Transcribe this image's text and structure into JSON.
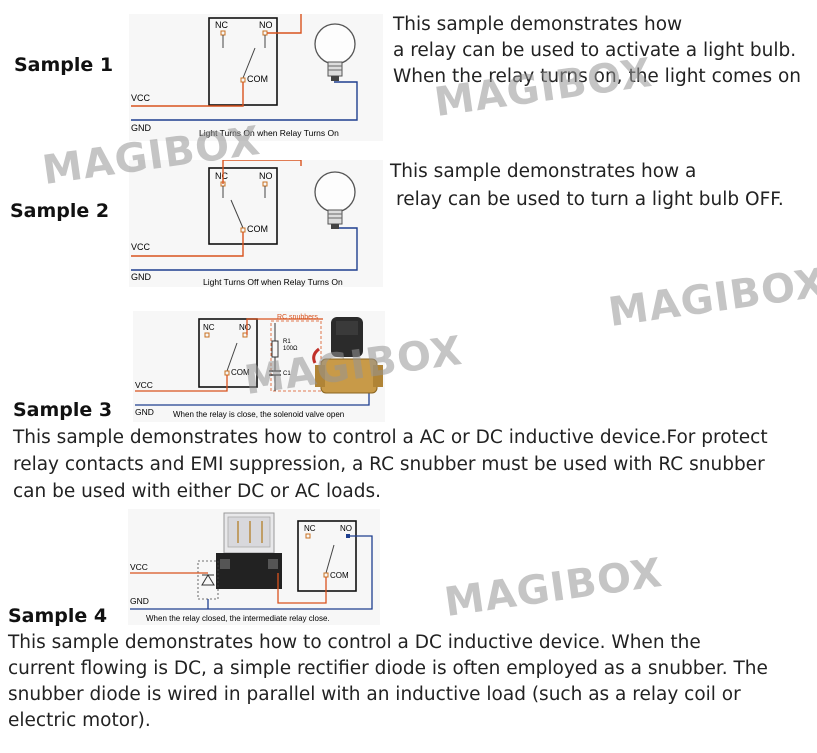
{
  "watermark": "MAGIBOX",
  "terminals": {
    "nc": "NC",
    "no": "NO",
    "com": "COM",
    "vcc": "VCC",
    "gnd": "GND"
  },
  "samples": [
    {
      "label": "Sample 1",
      "caption": "Light Turns On when Relay Turns On",
      "desc_lines": [
        "This sample demonstrates how",
        "a relay can be used to activate a light bulb.",
        "When the relay turns on, the light comes on"
      ]
    },
    {
      "label": "Sample 2",
      "caption": "Light Turns Off when Relay Turns On",
      "desc_lines": [
        "This sample demonstrates how a",
        "relay can be used to turn a light bulb OFF."
      ]
    },
    {
      "label": "Sample 3",
      "caption": "When the relay is close, the solenoid valve open",
      "snubber_label": "RC snubbers",
      "r1_label": "R1",
      "r1_value": "100Ω",
      "c1_label": "C1",
      "desc_lines": [
        "This sample demonstrates how to control a AC or DC inductive device.For protect",
        "relay contacts and EMI suppression, a RC snubber must be used with RC snubber",
        "can be used with either DC or AC loads."
      ]
    },
    {
      "label": "Sample 4",
      "caption": "When the relay closed, the intermediate relay close.",
      "desc_lines": [
        "This sample demonstrates how to control a DC inductive device. When the",
        "current flowing is DC, a simple rectifier diode is often employed as a snubber. The",
        "snubber diode is wired in parallel with an inductive load (such as a relay coil or",
        "electric motor)."
      ]
    }
  ],
  "colors": {
    "wire_red": "#d9531e",
    "wire_blue": "#1f3f8f",
    "box": "#111111",
    "panel": "#f7f7f7"
  }
}
